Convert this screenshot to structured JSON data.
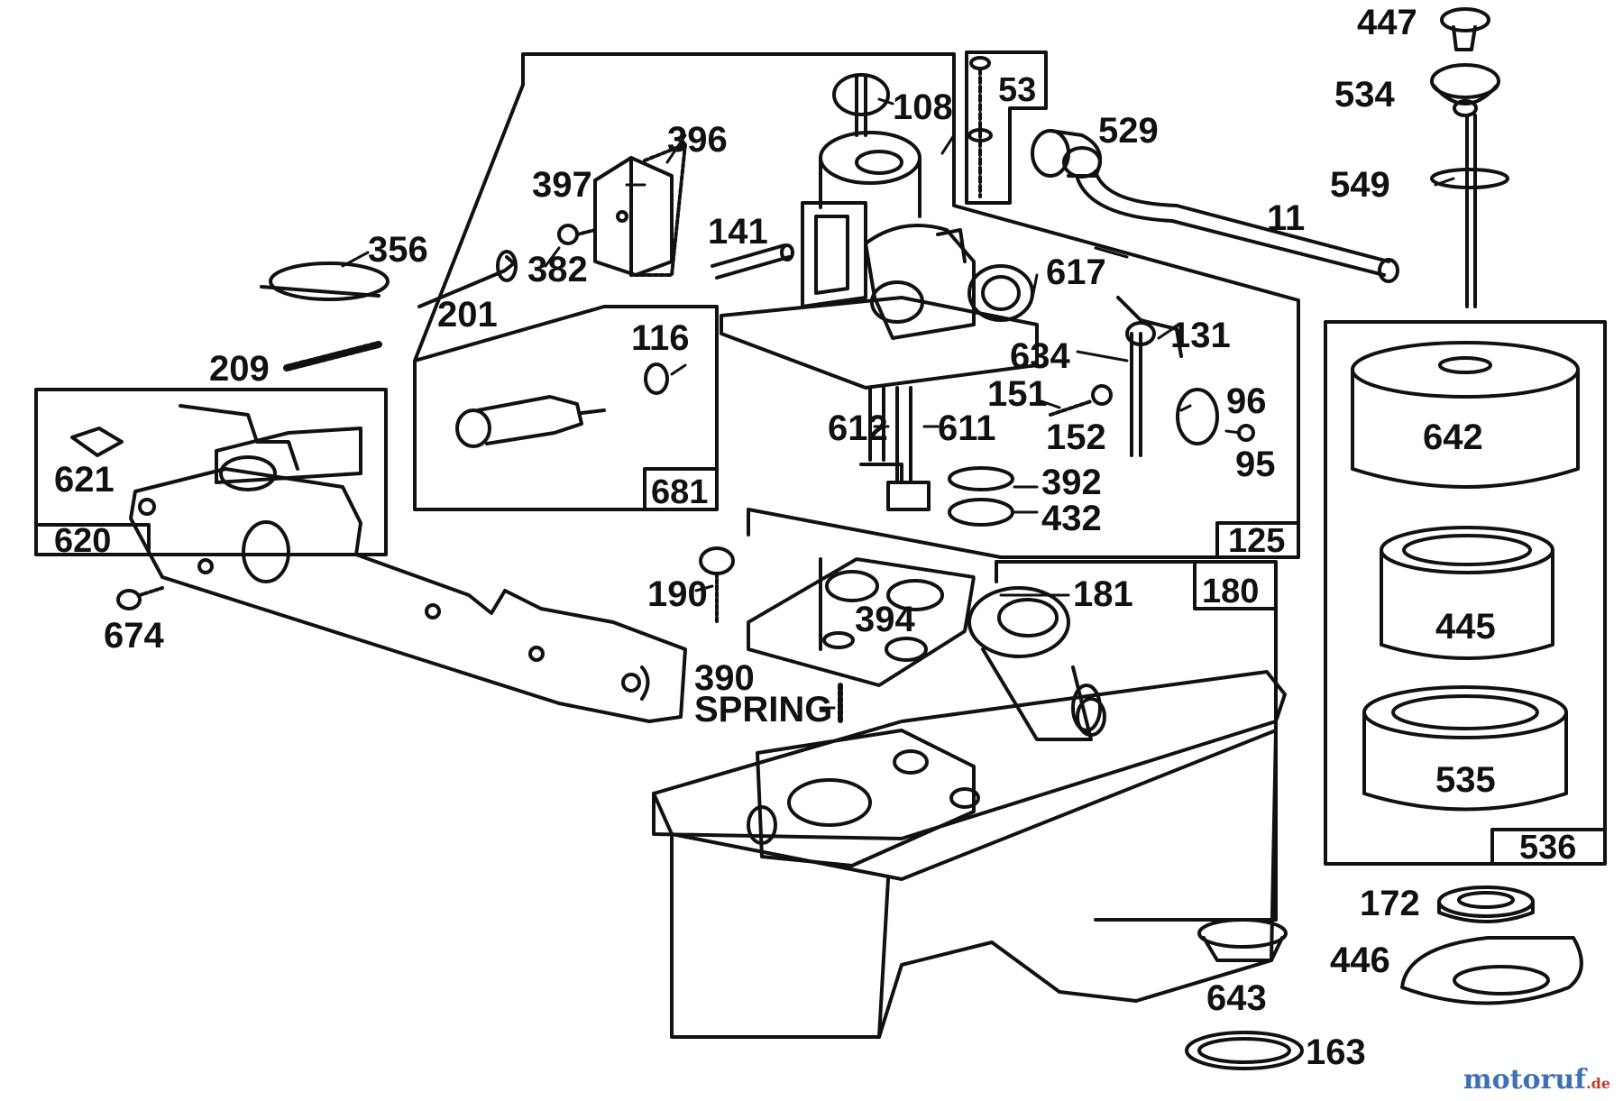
{
  "watermark": {
    "text": "motoruf",
    "suffix": ".de"
  },
  "frames": [
    {
      "id": "620",
      "label": "620"
    },
    {
      "id": "681",
      "label": "681"
    },
    {
      "id": "125",
      "label": "125"
    },
    {
      "id": "180",
      "label": "180"
    },
    {
      "id": "536",
      "label": "536"
    },
    {
      "id": "53",
      "label": "53"
    }
  ],
  "parts": [
    {
      "id": "447",
      "label": "447"
    },
    {
      "id": "534",
      "label": "534"
    },
    {
      "id": "549",
      "label": "549"
    },
    {
      "id": "108",
      "label": "108"
    },
    {
      "id": "396",
      "label": "396"
    },
    {
      "id": "397",
      "label": "397"
    },
    {
      "id": "529",
      "label": "529"
    },
    {
      "id": "11",
      "label": "11"
    },
    {
      "id": "141",
      "label": "141"
    },
    {
      "id": "617",
      "label": "617"
    },
    {
      "id": "356",
      "label": "356"
    },
    {
      "id": "382",
      "label": "382"
    },
    {
      "id": "201",
      "label": "201"
    },
    {
      "id": "116",
      "label": "116"
    },
    {
      "id": "209",
      "label": "209"
    },
    {
      "id": "131",
      "label": "131"
    },
    {
      "id": "634",
      "label": "634"
    },
    {
      "id": "151",
      "label": "151"
    },
    {
      "id": "96",
      "label": "96"
    },
    {
      "id": "612",
      "label": "612"
    },
    {
      "id": "611",
      "label": "611"
    },
    {
      "id": "152",
      "label": "152"
    },
    {
      "id": "95",
      "label": "95"
    },
    {
      "id": "621",
      "label": "621"
    },
    {
      "id": "642",
      "label": "642"
    },
    {
      "id": "392",
      "label": "392"
    },
    {
      "id": "432",
      "label": "432"
    },
    {
      "id": "190",
      "label": "190"
    },
    {
      "id": "181",
      "label": "181"
    },
    {
      "id": "674",
      "label": "674"
    },
    {
      "id": "394",
      "label": "394"
    },
    {
      "id": "445",
      "label": "445"
    },
    {
      "id": "390",
      "label": "390"
    },
    {
      "id": "spring",
      "label": "SPRING"
    },
    {
      "id": "535",
      "label": "535"
    },
    {
      "id": "172",
      "label": "172"
    },
    {
      "id": "446",
      "label": "446"
    },
    {
      "id": "643",
      "label": "643"
    },
    {
      "id": "163",
      "label": "163"
    }
  ]
}
